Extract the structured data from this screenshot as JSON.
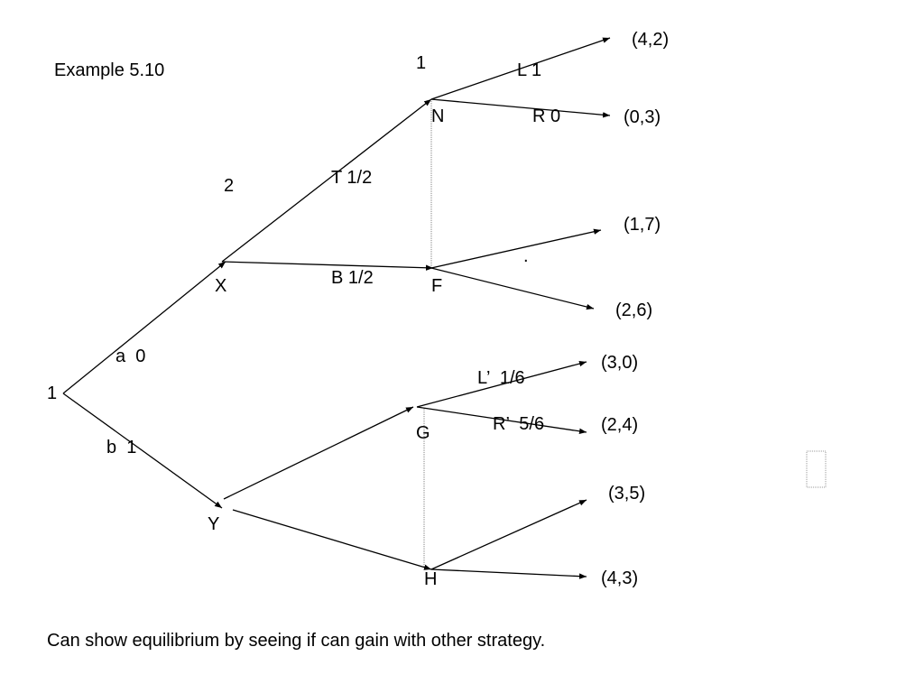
{
  "slide": {
    "title": "Example 5.10",
    "footer": "Can show equilibrium by seeing if can gain with other strategy.",
    "placeholder_glyph": "",
    "stray_mark": "."
  },
  "players": {
    "root": "1",
    "xy_mover": "2",
    "nf_mover": "1"
  },
  "nodes": {
    "x": "X",
    "y": "Y",
    "n": "N",
    "f": "F",
    "g": "G",
    "h": "H"
  },
  "actions": {
    "a": "a  0",
    "b": "b  1",
    "t": "T 1/2",
    "bb": "B 1/2",
    "l": "L 1",
    "r": "R 0",
    "lp": "L’  1/6",
    "rp": "R’  5/6"
  },
  "payoffs": {
    "n_l": "(4,2)",
    "n_r": "(0,3)",
    "f_up": "(1,7)",
    "f_down": "(2,6)",
    "g_l": "(3,0)",
    "g_r": "(2,4)",
    "h_up": "(3,5)",
    "h_down": "(4,3)"
  },
  "colors": {
    "ink": "#000000",
    "information_set": "#808080"
  }
}
